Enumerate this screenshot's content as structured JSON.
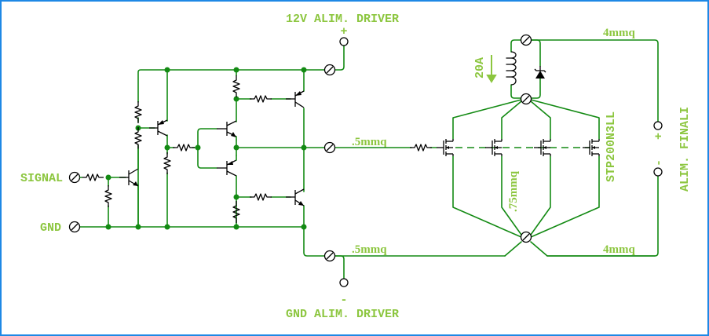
{
  "diagram": {
    "title": "MOSFET driver schematic",
    "colors": {
      "wire": "#138a13",
      "label": "#8cc63f",
      "component": "#000000",
      "border": "#1e88e5"
    },
    "labels": {
      "supply_driver_pos": "12V ALIM. DRIVER",
      "supply_driver_pos_sign": "+",
      "supply_driver_neg": "GND ALIM. DRIVER",
      "supply_driver_neg_sign": "-",
      "signal_input": "SIGNAL",
      "ground_input": "GND",
      "gate_wire": ".5mmq",
      "ground_wire": ".5mmq",
      "drain_wire": ".75mmq",
      "load_top_wire": "4mmq",
      "load_bottom_wire": "4mmq",
      "load_current": "20A",
      "mosfet_part": "STP200N3LL",
      "supply_final": "ALIM. FINALI",
      "supply_final_pos_sign": "+",
      "supply_final_neg_sign": "-"
    }
  }
}
